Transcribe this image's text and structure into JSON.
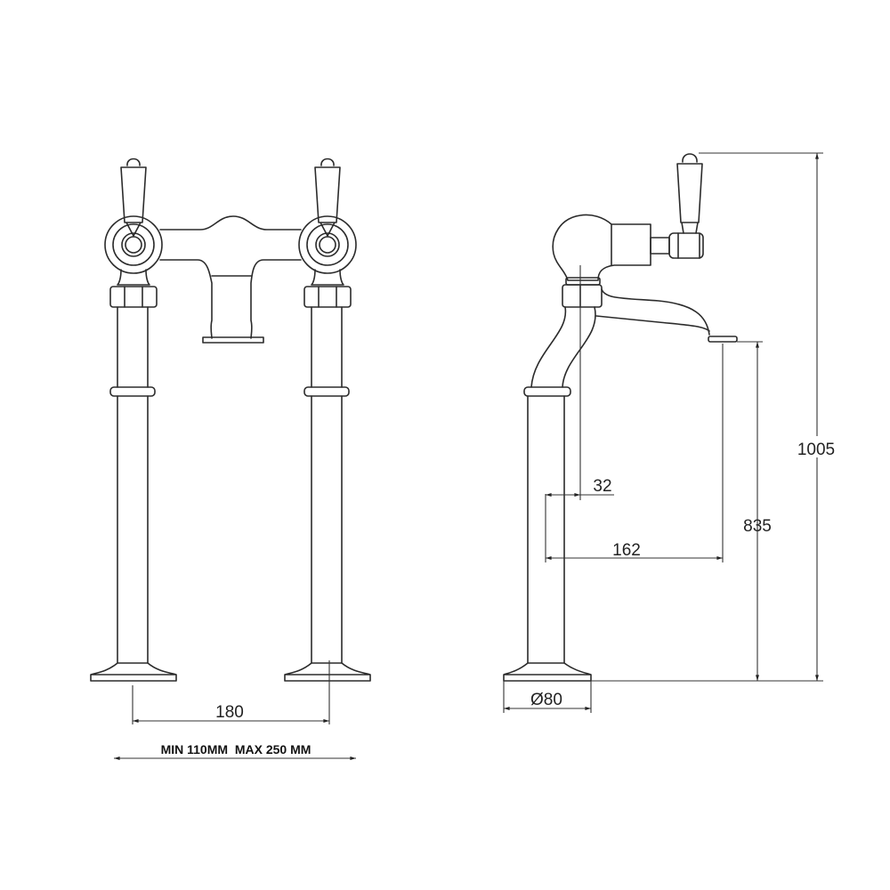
{
  "colors": {
    "line": "#2b2b2b",
    "background": "#ffffff"
  },
  "front_view": {
    "dim_spacing": "180",
    "range_note": "MIN 110MM  MAX 250 MM"
  },
  "side_view": {
    "dim_total_height": "1005",
    "dim_spout_height": "835",
    "dim_spout_reach": "162",
    "dim_offset": "32",
    "dim_base_diameter": "Ø80"
  }
}
